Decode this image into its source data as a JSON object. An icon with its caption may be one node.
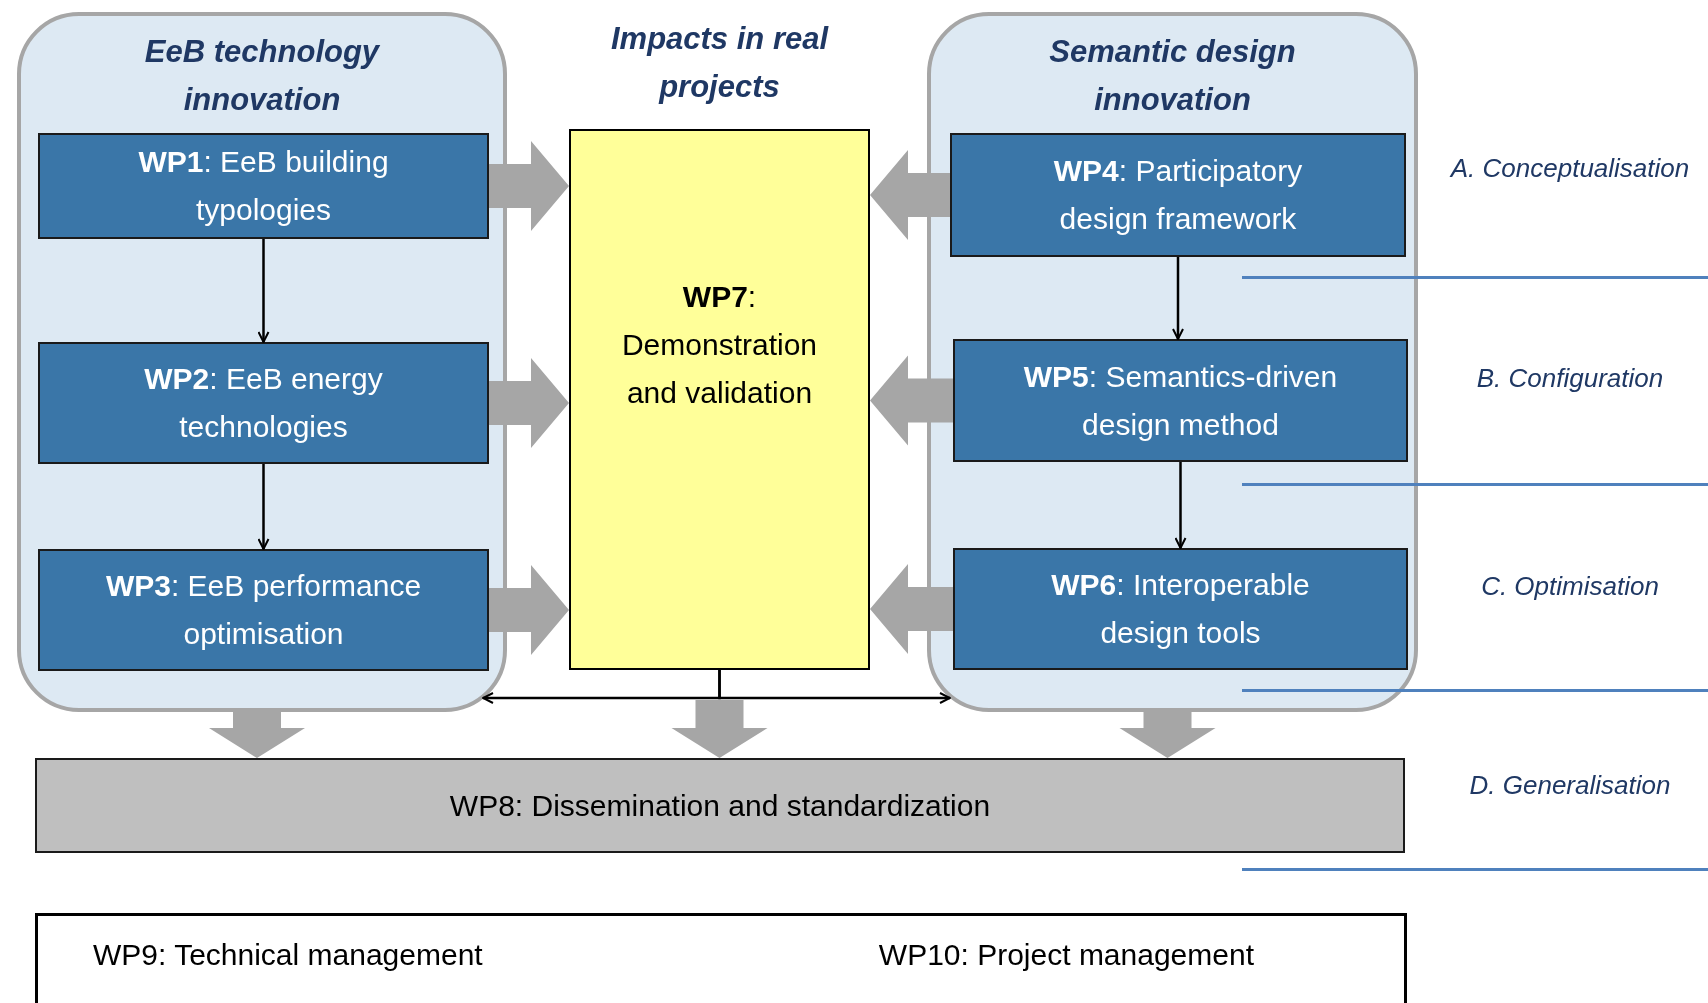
{
  "diagram": {
    "nodes": [
      {
        "text": [
          "EeB technology innovation"
        ]
      },
      {
        "text": [
          "**WP1**: EeB building typologies"
        ],
        "in": 0
      },
      {
        "text": [
          "**WP2**: EeB energy technologies"
        ],
        "in": 0
      },
      {
        "text": [
          "**WP3**: EeB performance optimisation"
        ],
        "in": 0
      },
      {
        "text": [
          "Impacts in real projects",
          "**WP7**: Demonstration and validation"
        ]
      },
      {
        "text": [
          "Semantic design innovation"
        ]
      },
      {
        "text": [
          "**WP4**: Participatory design framework"
        ],
        "in": 5
      },
      {
        "text": [
          "**WP5**: Semantics-driven design method"
        ],
        "in": 5
      },
      {
        "text": [
          "**WP6**: Interoperable design tools"
        ],
        "in": 5
      },
      {
        "text": [
          "WP8: Dissemination and standardization"
        ]
      },
      {
        "text": [
          "WP9: Technical management",
          "WP10: Project management"
        ]
      }
    ],
    "edges": [
      {
        "from": 1,
        "to": 2,
        "arrow": "to",
        "color": "#000000"
      },
      {
        "from": 2,
        "to": 3,
        "arrow": "to",
        "color": "#000000"
      },
      {
        "from": 6,
        "to": 7,
        "arrow": "to",
        "color": "#000000"
      },
      {
        "from": 7,
        "to": 8,
        "arrow": "to",
        "color": "#000000"
      },
      {
        "from": 1,
        "to": 4,
        "arrow": "to",
        "style": "thick"
      },
      {
        "from": 2,
        "to": 4,
        "arrow": "to",
        "style": "thick"
      },
      {
        "from": 3,
        "to": 4,
        "arrow": "to",
        "style": "thick"
      },
      {
        "from": 6,
        "to": 4,
        "arrow": "to",
        "style": "thick"
      },
      {
        "from": 7,
        "to": 4,
        "arrow": "to",
        "style": "thick"
      },
      {
        "from": 8,
        "to": 4,
        "arrow": "to",
        "style": "thick"
      },
      {
        "from": 0,
        "to": 9,
        "arrow": "to",
        "style": "thick"
      },
      {
        "from": 4,
        "to": 9,
        "arrow": "to",
        "style": "thick"
      },
      {
        "from": 5,
        "to": 9,
        "arrow": "to",
        "style": "thick"
      },
      {
        "from": 4,
        "to": 0,
        "arrow": "to",
        "color": "#000000"
      },
      {
        "from": 4,
        "to": 5,
        "arrow": "to",
        "color": "#000000"
      }
    ],
    "labels": [
      "A. Conceptualisation",
      "B. Configuration",
      "C. Optimisation",
      "D. Generalisation"
    ]
  }
}
